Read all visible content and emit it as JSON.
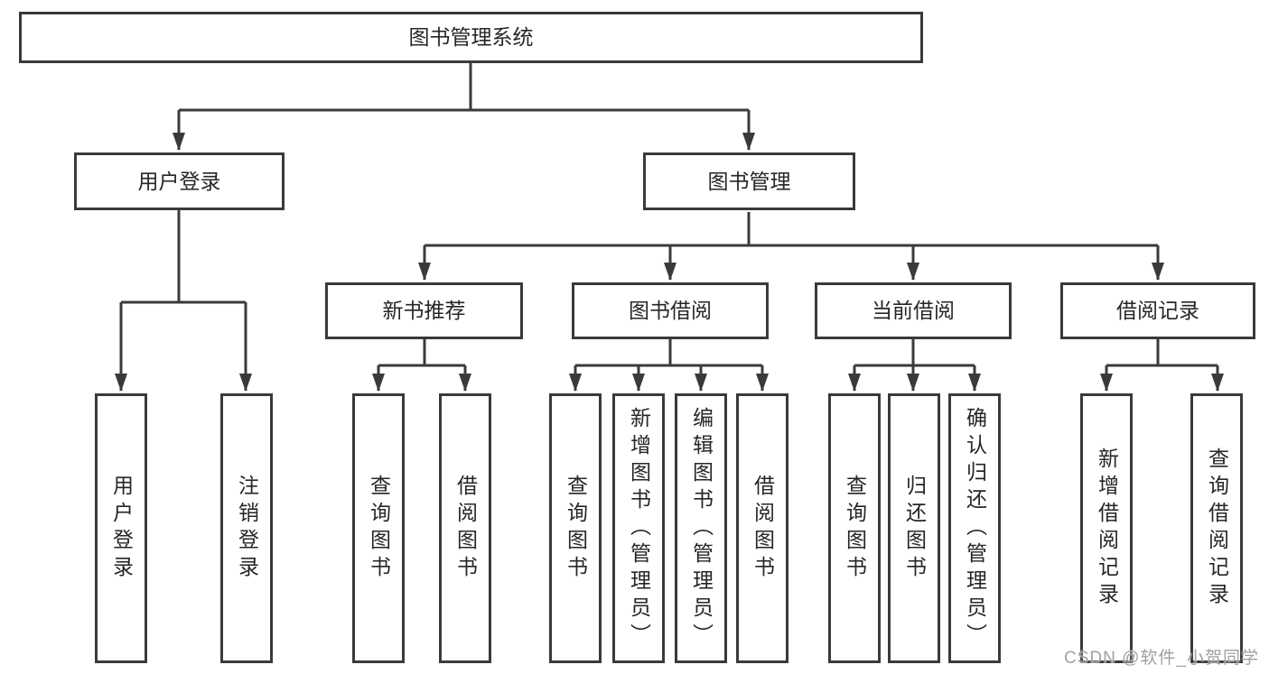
{
  "diagram": {
    "root": {
      "label": "图书管理系统"
    },
    "level1": [
      {
        "label": "用户登录"
      },
      {
        "label": "图书管理"
      }
    ],
    "level2": [
      {
        "label": "新书推荐"
      },
      {
        "label": "图书借阅"
      },
      {
        "label": "当前借阅"
      },
      {
        "label": "借阅记录"
      }
    ],
    "leaves": [
      {
        "label": "用户登录"
      },
      {
        "label": "注销登录"
      },
      {
        "label": "查询图书"
      },
      {
        "label": "借阅图书"
      },
      {
        "label": "查询图书"
      },
      {
        "label": "新增图书（管理员）"
      },
      {
        "label": "编辑图书（管理员）"
      },
      {
        "label": "借阅图书"
      },
      {
        "label": "查询图书"
      },
      {
        "label": "归还图书"
      },
      {
        "label": "确认归还（管理员）"
      },
      {
        "label": "新增借阅记录"
      },
      {
        "label": "查询借阅记录"
      }
    ]
  },
  "watermark": "CSDN @软件_小贺同学",
  "colors": {
    "line": "#3a3a3a",
    "box_border": "#3a3a3a",
    "text": "#262626",
    "watermark": "#a0a0a0",
    "background": "#ffffff"
  }
}
